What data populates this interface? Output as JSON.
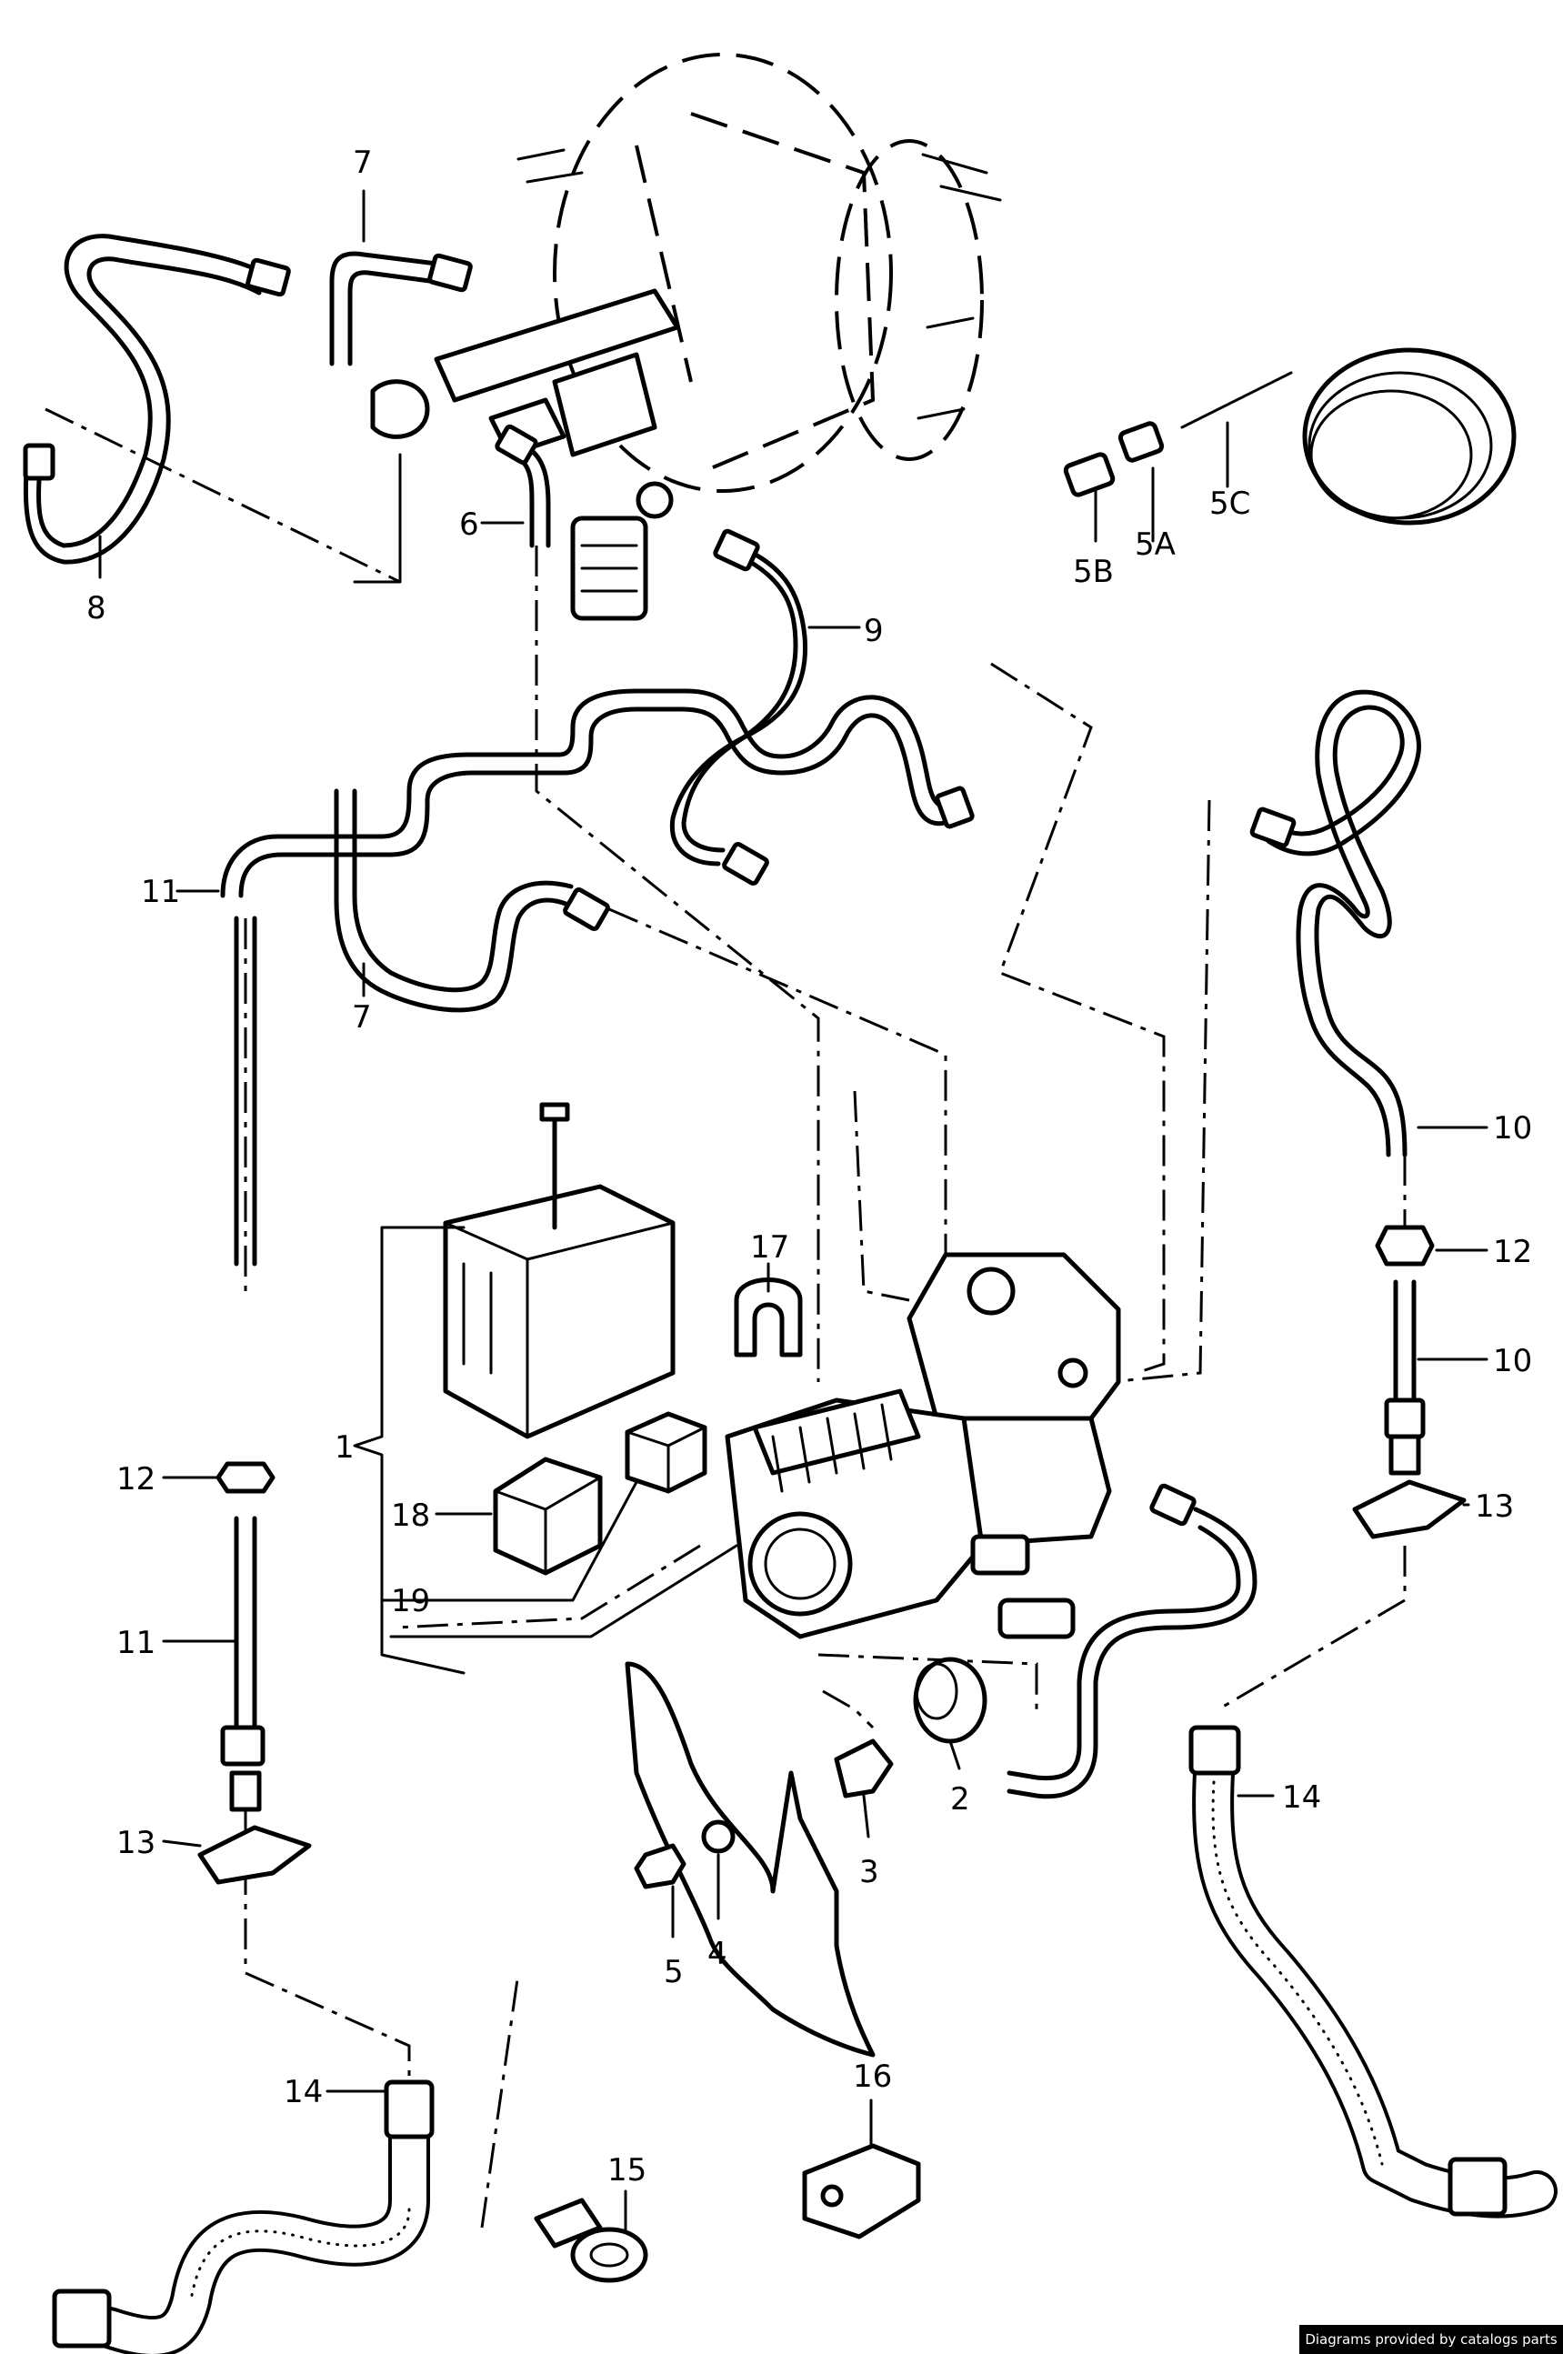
{
  "labels": [
    "7",
    "8",
    "6",
    "9",
    "5A",
    "5B",
    "5C",
    "11",
    "7",
    "10",
    "12",
    "10",
    "13",
    "17",
    "1",
    "18",
    "19",
    "12",
    "11",
    "13",
    "14",
    "2",
    "3",
    "4",
    "5",
    "14",
    "16",
    "15"
  ],
  "credit": "Diagrams provided by catalogs parts"
}
